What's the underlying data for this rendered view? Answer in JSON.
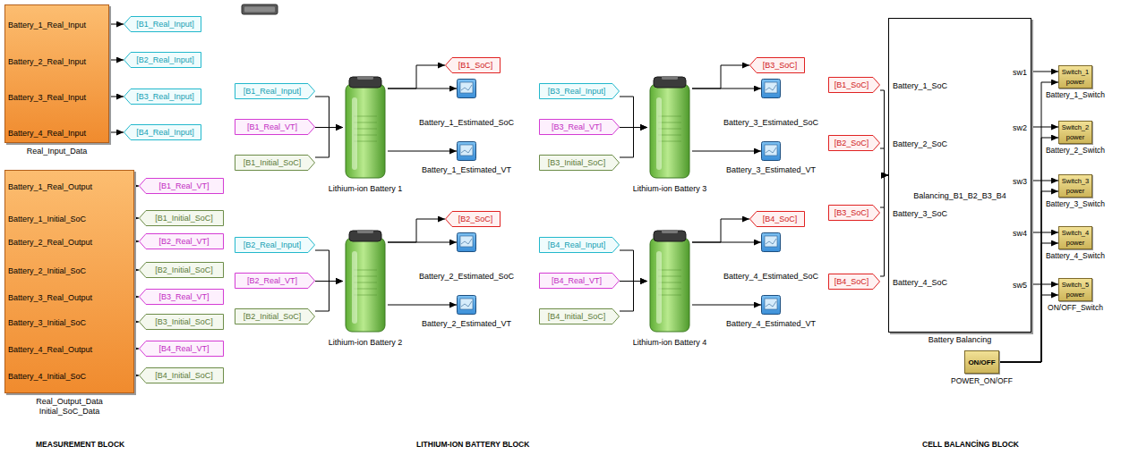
{
  "diagram": {
    "nodes": [
      {
        "text": [
          "Battery_1_Real_Input",
          "Battery_2_Real_Input",
          "Battery_3_Real_Input",
          "Battery_4_Real_Input",
          "Real_Input_Data"
        ]
      },
      {
        "text": [
          "[B1_Real_Input]"
        ]
      },
      {
        "text": [
          "[B2_Real_Input]"
        ]
      },
      {
        "text": [
          "[B3_Real_Input]"
        ]
      },
      {
        "text": [
          "[B4_Real_Input]"
        ]
      },
      {
        "text": [
          "Battery_1_Real_Output",
          "Battery_1_Initial_SoC",
          "Battery_2_Real_Output",
          "Battery_2_Initial_SoC",
          "Battery_3_Real_Output",
          "Battery_3_Initial_SoC",
          "Battery_4_Real_Output",
          "Battery_4_Initial_SoC",
          "Real_Output_Data Initial_SoC_Data"
        ]
      },
      {
        "text": [
          "[B1_Real_VT]"
        ]
      },
      {
        "text": [
          "[B1_Initial_SoC]"
        ]
      },
      {
        "text": [
          "[B2_Real_VT]"
        ]
      },
      {
        "text": [
          "[B2_Initial_SoC]"
        ]
      },
      {
        "text": [
          "[B3_Real_VT]"
        ]
      },
      {
        "text": [
          "[B3_Initial_SoC]"
        ]
      },
      {
        "text": [
          "[B4_Real_VT]"
        ]
      },
      {
        "text": [
          "[B4_Initial_SoC]"
        ]
      },
      {
        "text": [
          "[B1_Real_Input]"
        ]
      },
      {
        "text": [
          "[B1_Real_VT]"
        ]
      },
      {
        "text": [
          "[B1_Initial_SoC]"
        ]
      },
      {
        "text": [
          "Lithium-ion Battery 1"
        ]
      },
      {
        "text": [
          "[B1_SoC]"
        ]
      },
      {
        "text": [
          "Battery_1_Estimated_SoC"
        ]
      },
      {
        "text": [
          "Battery_1_Estimated_VT"
        ]
      },
      {
        "text": [
          "[B2_Real_Input]"
        ]
      },
      {
        "text": [
          "[B2_Real_VT]"
        ]
      },
      {
        "text": [
          "[B2_Initial_SoC]"
        ]
      },
      {
        "text": [
          "Lithium-ion Battery 2"
        ]
      },
      {
        "text": [
          "[B2_SoC]"
        ]
      },
      {
        "text": [
          "Battery_2_Estimated_SoC"
        ]
      },
      {
        "text": [
          "Battery_2_Estimated_VT"
        ]
      },
      {
        "text": [
          "[B3_Real_Input]"
        ]
      },
      {
        "text": [
          "[B3_Real_VT]"
        ]
      },
      {
        "text": [
          "[B3_Initial_SoC]"
        ]
      },
      {
        "text": [
          "Lithium-ion Battery 3"
        ]
      },
      {
        "text": [
          "[B3_SoC]"
        ]
      },
      {
        "text": [
          "Battery_3_Estimated_SoC"
        ]
      },
      {
        "text": [
          "Battery_3_Estimated_VT"
        ]
      },
      {
        "text": [
          "[B4_Real_Input]"
        ]
      },
      {
        "text": [
          "[B4_Real_VT]"
        ]
      },
      {
        "text": [
          "[B4_Initial_SoC]"
        ]
      },
      {
        "text": [
          "Lithium-ion Battery 4"
        ]
      },
      {
        "text": [
          "[B4_SoC]"
        ]
      },
      {
        "text": [
          "Battery_4_Estimated_SoC"
        ]
      },
      {
        "text": [
          "Battery_4_Estimated_VT"
        ]
      },
      {
        "text": [
          "[B1_SoC]"
        ]
      },
      {
        "text": [
          "[B2_SoC]"
        ]
      },
      {
        "text": [
          "[B3_SoC]"
        ]
      },
      {
        "text": [
          "[B4_SoC]"
        ]
      },
      {
        "text": [
          "Battery_1_SoC",
          "Battery_2_SoC",
          "Battery_3_SoC",
          "Battery_4_SoC",
          "sw1",
          "sw2",
          "sw3",
          "sw4",
          "sw5",
          "Balancing_B1_B2_B3_B4",
          "Battery Balancing"
        ]
      },
      {
        "text": [
          "Switch_1",
          "power",
          "Battery_1_Switch"
        ]
      },
      {
        "text": [
          "Switch_2",
          "power",
          "Battery_2_Switch"
        ]
      },
      {
        "text": [
          "Switch_3",
          "power",
          "Battery_3_Switch"
        ]
      },
      {
        "text": [
          "Switch_4",
          "power",
          "Battery_4_Switch"
        ]
      },
      {
        "text": [
          "Switch_5",
          "power",
          "ON/OFF_Switch"
        ]
      },
      {
        "text": [
          "ON/OFF",
          "POWER_ON/OFF"
        ]
      }
    ],
    "edges": [
      {
        "from": 0,
        "to": 1,
        "arrow": "to"
      },
      {
        "from": 0,
        "to": 2,
        "arrow": "to"
      },
      {
        "from": 0,
        "to": 3,
        "arrow": "to"
      },
      {
        "from": 0,
        "to": 4,
        "arrow": "to"
      },
      {
        "from": 5,
        "to": 6,
        "arrow": "to"
      },
      {
        "from": 5,
        "to": 7,
        "arrow": "to"
      },
      {
        "from": 5,
        "to": 8,
        "arrow": "to"
      },
      {
        "from": 5,
        "to": 9,
        "arrow": "to"
      },
      {
        "from": 5,
        "to": 10,
        "arrow": "to"
      },
      {
        "from": 5,
        "to": 11,
        "arrow": "to"
      },
      {
        "from": 5,
        "to": 12,
        "arrow": "to"
      },
      {
        "from": 5,
        "to": 13,
        "arrow": "to"
      },
      {
        "from": 14,
        "to": 17,
        "arrow": "to"
      },
      {
        "from": 15,
        "to": 17,
        "arrow": "to"
      },
      {
        "from": 16,
        "to": 17,
        "arrow": "to"
      },
      {
        "from": 17,
        "to": 18,
        "arrow": "to"
      },
      {
        "from": 17,
        "to": 19,
        "arrow": "to"
      },
      {
        "from": 17,
        "to": 20,
        "arrow": "to"
      },
      {
        "from": 21,
        "to": 24,
        "arrow": "to"
      },
      {
        "from": 22,
        "to": 24,
        "arrow": "to"
      },
      {
        "from": 23,
        "to": 24,
        "arrow": "to"
      },
      {
        "from": 24,
        "to": 25,
        "arrow": "to"
      },
      {
        "from": 24,
        "to": 26,
        "arrow": "to"
      },
      {
        "from": 24,
        "to": 27,
        "arrow": "to"
      },
      {
        "from": 28,
        "to": 31,
        "arrow": "to"
      },
      {
        "from": 29,
        "to": 31,
        "arrow": "to"
      },
      {
        "from": 30,
        "to": 31,
        "arrow": "to"
      },
      {
        "from": 31,
        "to": 32,
        "arrow": "to"
      },
      {
        "from": 31,
        "to": 33,
        "arrow": "to"
      },
      {
        "from": 31,
        "to": 34,
        "arrow": "to"
      },
      {
        "from": 35,
        "to": 38,
        "arrow": "to"
      },
      {
        "from": 36,
        "to": 38,
        "arrow": "to"
      },
      {
        "from": 37,
        "to": 38,
        "arrow": "to"
      },
      {
        "from": 38,
        "to": 39,
        "arrow": "to"
      },
      {
        "from": 38,
        "to": 40,
        "arrow": "to"
      },
      {
        "from": 38,
        "to": 41,
        "arrow": "to"
      },
      {
        "from": 42,
        "to": 46,
        "arrow": "to"
      },
      {
        "from": 43,
        "to": 46,
        "arrow": "to"
      },
      {
        "from": 44,
        "to": 46,
        "arrow": "to"
      },
      {
        "from": 45,
        "to": 46,
        "arrow": "to"
      },
      {
        "from": 46,
        "to": 47,
        "arrow": "to"
      },
      {
        "from": 46,
        "to": 48,
        "arrow": "to"
      },
      {
        "from": 46,
        "to": 49,
        "arrow": "to"
      },
      {
        "from": 46,
        "to": 50,
        "arrow": "to"
      },
      {
        "from": 46,
        "to": 51,
        "arrow": "to"
      },
      {
        "from": 52,
        "to": 47,
        "arrow": "to"
      },
      {
        "from": 52,
        "to": 48,
        "arrow": "to"
      },
      {
        "from": 52,
        "to": 49,
        "arrow": "to"
      },
      {
        "from": 52,
        "to": 50,
        "arrow": "to"
      },
      {
        "from": 52,
        "to": 51,
        "arrow": "to"
      }
    ],
    "labels": [
      "MEASUREMENT BLOCK",
      "LITHIUM-ION BATTERY BLOCK",
      "CELL BALANCİNG BLOCK"
    ]
  }
}
